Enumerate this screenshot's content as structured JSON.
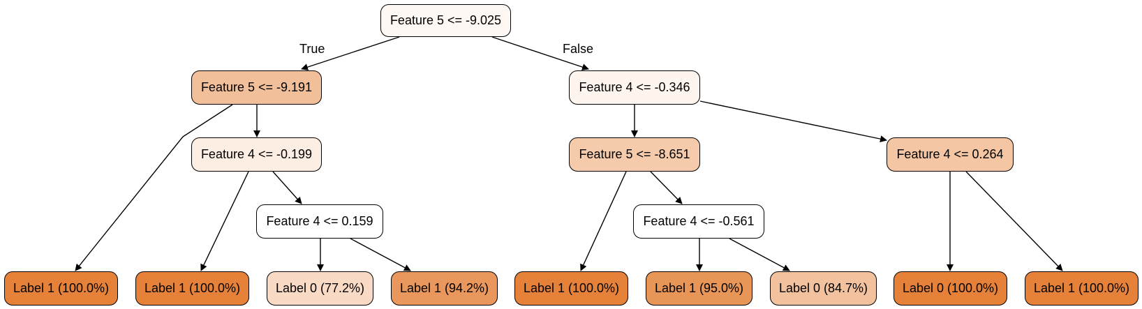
{
  "tree": {
    "nodes": {
      "root": {
        "label": "Feature 5 <= -9.025",
        "fill": "#fef8f4"
      },
      "n_l": {
        "label": "Feature 5 <= -9.191",
        "fill": "#f2bf9b"
      },
      "n_r": {
        "label": "Feature 4 <= -0.346",
        "fill": "#fef5ee"
      },
      "n_ll": {
        "label": "Label 1 (100.0%)",
        "fill": "#e58139"
      },
      "n_lr": {
        "label": "Feature 4 <= -0.199",
        "fill": "#fdeee4"
      },
      "n_lrl": {
        "label": "Label 1 (100.0%)",
        "fill": "#e58139"
      },
      "n_lrr": {
        "label": "Feature 4 <= 0.159",
        "fill": "#ffffff"
      },
      "n_lrrl": {
        "label": "Label 0 (77.2%)",
        "fill": "#f9dac4"
      },
      "n_lrrr": {
        "label": "Label 1 (94.2%)",
        "fill": "#e9975c"
      },
      "n_rl": {
        "label": "Feature 5 <= -8.651",
        "fill": "#f5cbac"
      },
      "n_rr": {
        "label": "Feature 4 <= 0.264",
        "fill": "#f4c6a4"
      },
      "n_rll": {
        "label": "Label 1 (100.0%)",
        "fill": "#e58139"
      },
      "n_rlr": {
        "label": "Feature 4 <= -0.561",
        "fill": "#ffffff"
      },
      "n_rlrl": {
        "label": "Label 1 (95.0%)",
        "fill": "#e89558"
      },
      "n_rlrr": {
        "label": "Label 0 (84.7%)",
        "fill": "#f2c19e"
      },
      "n_rrl": {
        "label": "Label 0 (100.0%)",
        "fill": "#e58139"
      },
      "n_rrr": {
        "label": "Label 1 (100.0%)",
        "fill": "#e58139"
      }
    },
    "edge_labels": {
      "true_label": "True",
      "false_label": "False"
    }
  }
}
